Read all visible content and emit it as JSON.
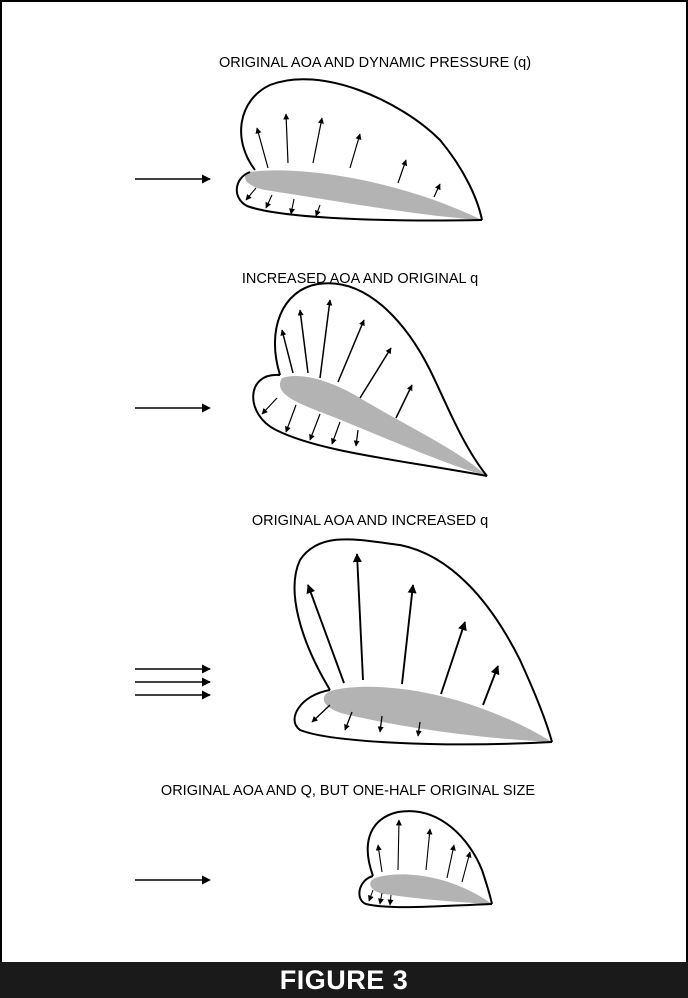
{
  "panels": [
    {
      "caption": "ORIGINAL AOA AND DYNAMIC PRESSURE (q)"
    },
    {
      "caption": "INCREASED AOA AND ORIGINAL q"
    },
    {
      "caption": "ORIGINAL AOA AND INCREASED q"
    },
    {
      "caption": "ORIGINAL AOA AND Q, BUT ONE-HALF ORIGINAL SIZE"
    }
  ],
  "figure_label": "FIGURE 3",
  "colors": {
    "airfoil": "#b3b3b3",
    "line": "#000000",
    "footer_bg": "#1a1a1a",
    "footer_text": "#ffffff"
  }
}
